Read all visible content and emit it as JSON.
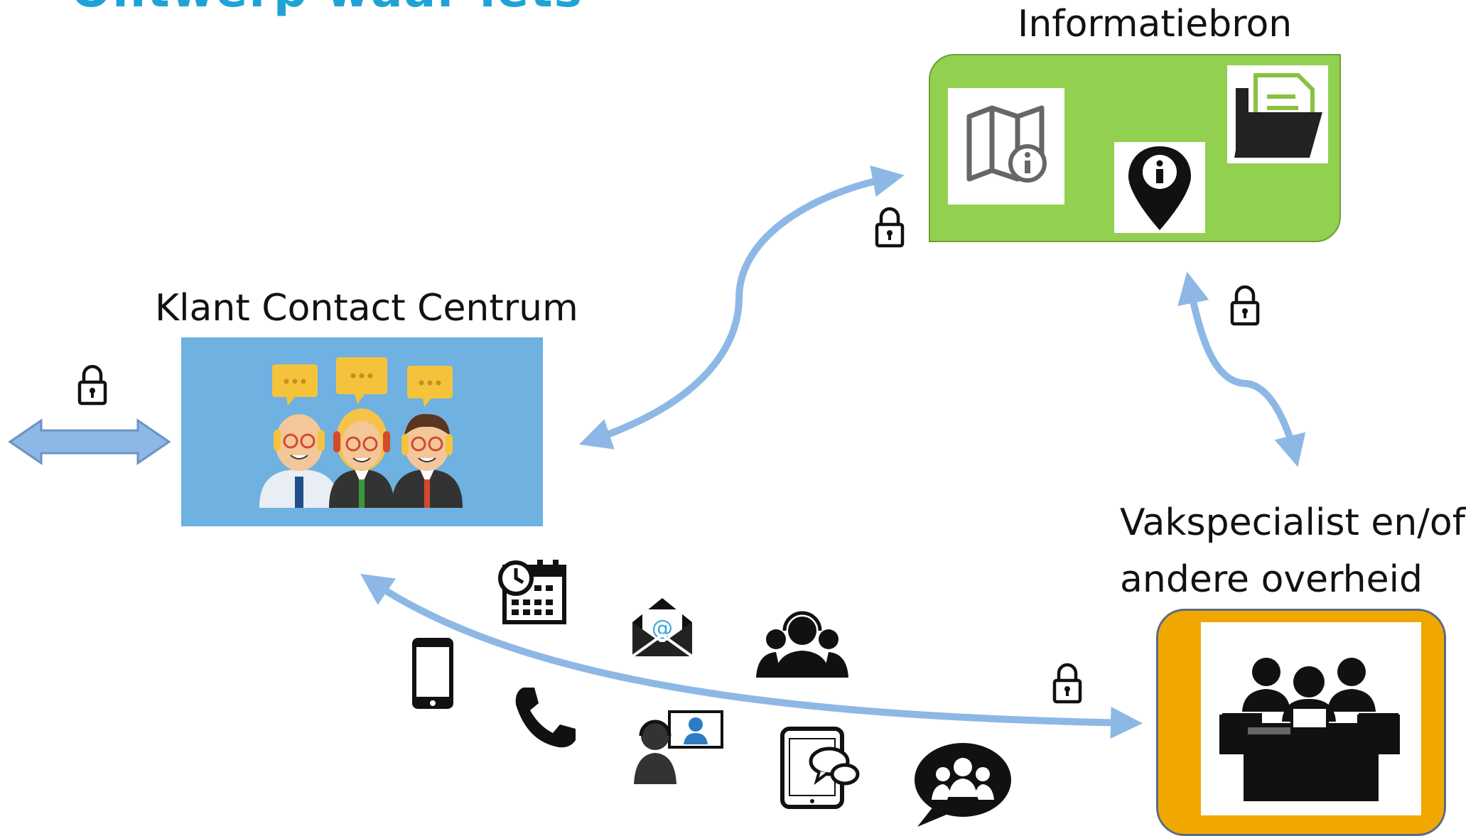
{
  "title_fragment": "Ontwerp waar iets",
  "nodes": {
    "informatiebron": {
      "label": "Informatiebron"
    },
    "klant_contact_centrum": {
      "label": "Klant Contact Centrum"
    },
    "vakspecialist": {
      "label_line1": "Vakspecialist en/of",
      "label_line2": "andere overheid"
    }
  },
  "colors": {
    "arrow": "#8db8e6",
    "informatiebron_fill": "#92d050",
    "kcc_fill": "#6fb1e0",
    "vakspecialist_fill": "#f0a800",
    "title": "#1fa3d6"
  },
  "edges": [
    {
      "from": "klant_contact_centrum",
      "to": "informatiebron",
      "direction": "both",
      "secured": true,
      "icon": "lock-icon"
    },
    {
      "from": "informatiebron",
      "to": "vakspecialist",
      "direction": "both",
      "secured": true,
      "icon": "lock-icon"
    },
    {
      "from": "klant_contact_centrum",
      "to": "vakspecialist",
      "direction": "both",
      "secured": true,
      "icon": "lock-icon"
    },
    {
      "from": "external",
      "to": "klant_contact_centrum",
      "direction": "both",
      "secured": true,
      "icon": "lock-icon"
    }
  ],
  "channel_icons": [
    "calendar-icon",
    "email-icon",
    "headset-team-icon",
    "smartphone-icon",
    "phone-icon",
    "video-call-icon",
    "tablet-chat-icon",
    "group-chat-icon"
  ],
  "informatiebron_icons": [
    "map-info-icon",
    "location-info-icon",
    "folder-document-icon"
  ]
}
